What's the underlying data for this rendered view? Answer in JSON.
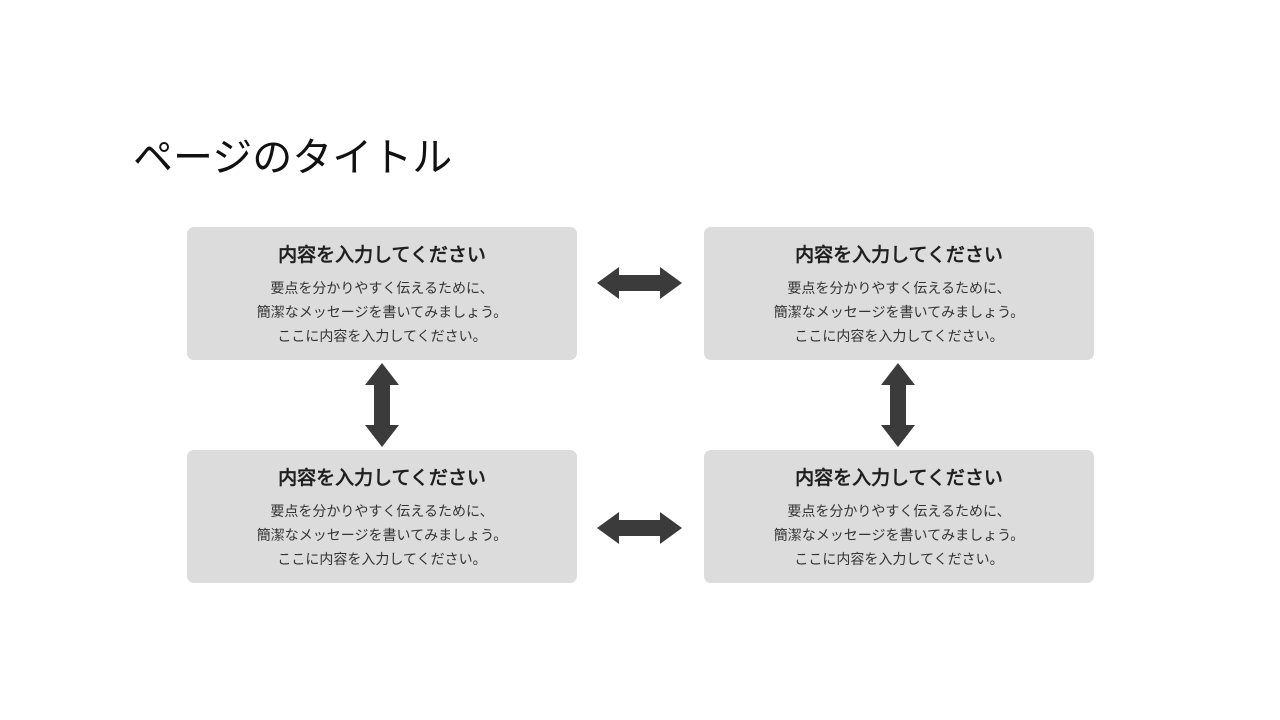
{
  "colors": {
    "background": "#ffffff",
    "box_fill": "#dcdcdc",
    "arrow": "#3b3b3b",
    "title_text": "#111111",
    "heading_text": "#1f1f1f",
    "body_text": "#333333"
  },
  "slide": {
    "title": "ページのタイトル"
  },
  "boxes": [
    {
      "position": "top-left",
      "heading": "内容を入力してください",
      "lines": [
        "要点を分かりやすく伝えるために、",
        "簡潔なメッセージを書いてみましょう。",
        "ここに内容を入力してください。"
      ]
    },
    {
      "position": "top-right",
      "heading": "内容を入力してください",
      "lines": [
        "要点を分かりやすく伝えるために、",
        "簡潔なメッセージを書いてみましょう。",
        "ここに内容を入力してください。"
      ]
    },
    {
      "position": "bottom-left",
      "heading": "内容を入力してください",
      "lines": [
        "要点を分かりやすく伝えるために、",
        "簡潔なメッセージを書いてみましょう。",
        "ここに内容を入力してください。"
      ]
    },
    {
      "position": "bottom-right",
      "heading": "内容を入力してください",
      "lines": [
        "要点を分かりやすく伝えるために、",
        "簡潔なメッセージを書いてみましょう。",
        "ここに内容を入力してください。"
      ]
    }
  ],
  "arrows": [
    {
      "icon": "double-headed-arrow-horizontal",
      "between": "top-left and top-right"
    },
    {
      "icon": "double-headed-arrow-vertical",
      "between": "top-left and bottom-left"
    },
    {
      "icon": "double-headed-arrow-vertical",
      "between": "top-right and bottom-right"
    },
    {
      "icon": "double-headed-arrow-horizontal",
      "between": "bottom-left and bottom-right"
    }
  ]
}
